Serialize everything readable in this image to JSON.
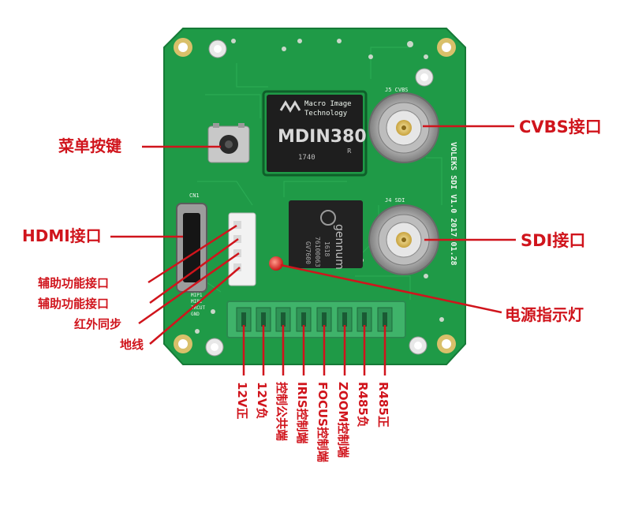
{
  "board": {
    "chip1": {
      "brand": "Macro Image",
      "brand2": "Technology",
      "model": "MDIN380",
      "sub": "R",
      "code": "1740"
    },
    "chip2": {
      "brand": "gennum",
      "code1": "GV7600",
      "code2": "76100063",
      "code3": "1618"
    },
    "silk_side": "VOLEKS SDI V1.0 2017.01.28",
    "conn_j5": "J5  CVBS",
    "conn_j4": "J4  SDI",
    "hdmi_ref": "CN1",
    "pins": [
      "MIP1",
      "MIP2",
      "IRCUT",
      "GND"
    ]
  },
  "labels": {
    "menu_key": "菜单按键",
    "hdmi": "HDMI接口",
    "aux1": "辅助功能接口",
    "aux2": "辅助功能接口",
    "ir_sync": "红外同步",
    "ground": "地线",
    "cvbs": "CVBS接口",
    "sdi": "SDI接口",
    "power_led": "电源指示灯"
  },
  "terminals": [
    "12V正",
    "12V负",
    "控制公共端",
    "IRIS控制端",
    "FOCUS控制端",
    "ZOOM控制端",
    "R485负",
    "R485正"
  ],
  "colors": {
    "label": "#d0141c",
    "pcb": "#1f9a47",
    "terminal": "#3fb36a"
  }
}
